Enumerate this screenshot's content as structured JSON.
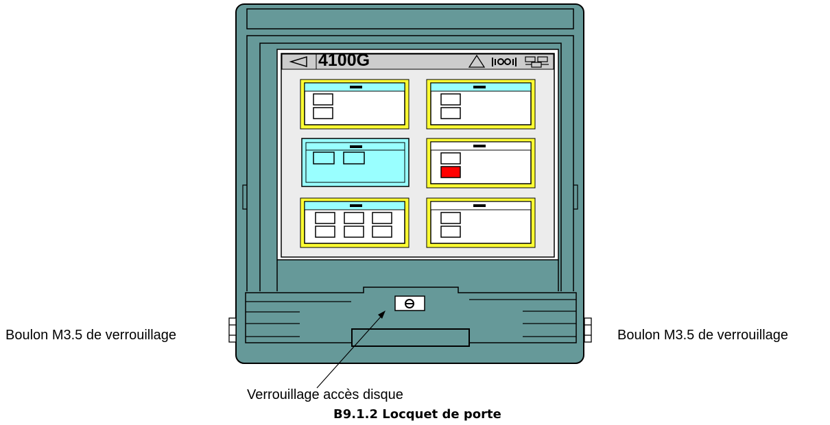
{
  "device": {
    "model": "4100G",
    "colors": {
      "housing": "#669999",
      "screen": "#ececec",
      "titlebar": "#cccccc",
      "panel_header": "#99ffff",
      "panel_border": "#ffff33",
      "alarm": "#ff0000"
    },
    "status_icons": [
      "alarm-triangle-icon",
      "media-icon",
      "network-icon"
    ],
    "panels": [
      {
        "id": "a",
        "style": "yellow",
        "boxes": 2
      },
      {
        "id": "b",
        "style": "yellow",
        "boxes": 2
      },
      {
        "id": "c",
        "style": "cyan",
        "boxes": 2
      },
      {
        "id": "d",
        "style": "yellow",
        "boxes": 2,
        "alarm_box": true
      },
      {
        "id": "e",
        "style": "yellow",
        "boxes": 6
      },
      {
        "id": "f",
        "style": "yellow",
        "boxes": 2
      }
    ]
  },
  "labels": {
    "left_bolt": "Boulon M3.5 de verrouillage",
    "right_bolt": "Boulon M3.5 de verrouillage",
    "disk_lock": "Verrouillage accès disque",
    "caption": "B9.1.2 Locquet de porte"
  }
}
